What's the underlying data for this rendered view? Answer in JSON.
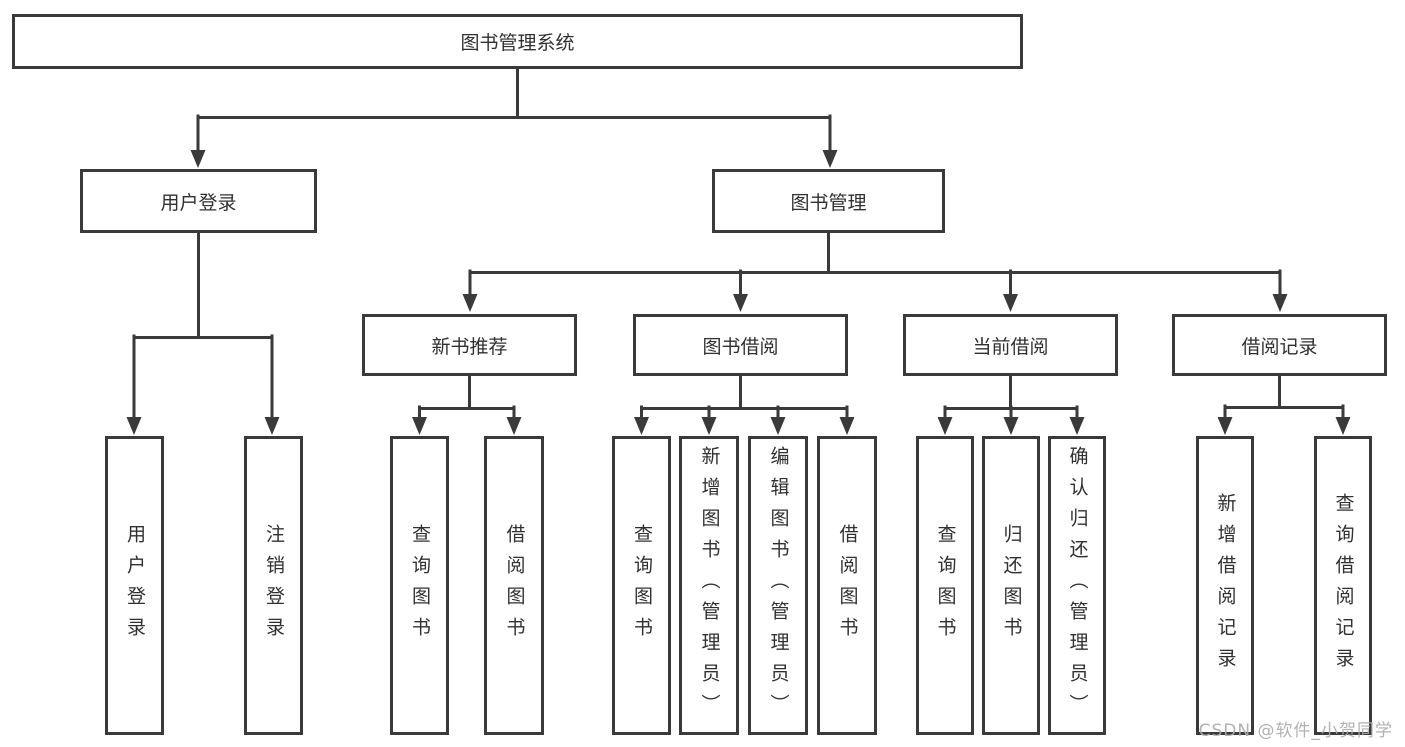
{
  "colors": {
    "line": "#3a3a3a",
    "box_border": "#3a3a3a",
    "text": "#303030",
    "background": "#ffffff",
    "watermark": "#ababab"
  },
  "watermark": {
    "text": "CSDN @软件_小贺同学"
  },
  "tree": {
    "root": "图书管理系统",
    "children": [
      {
        "label": "用户登录",
        "children": [
          "用户登录",
          "注销登录"
        ]
      },
      {
        "label": "图书管理",
        "children": [
          {
            "label": "新书推荐",
            "children": [
              "查询图书",
              "借阅图书"
            ]
          },
          {
            "label": "图书借阅",
            "children": [
              "查询图书",
              "新增图书（管理员）",
              "编辑图书（管理员）",
              "借阅图书"
            ]
          },
          {
            "label": "当前借阅",
            "children": [
              "查询图书",
              "归还图书",
              "确认归还（管理员）"
            ]
          },
          {
            "label": "借阅记录",
            "children": [
              "新增借阅记录",
              "查询借阅记录"
            ]
          }
        ]
      }
    ]
  }
}
